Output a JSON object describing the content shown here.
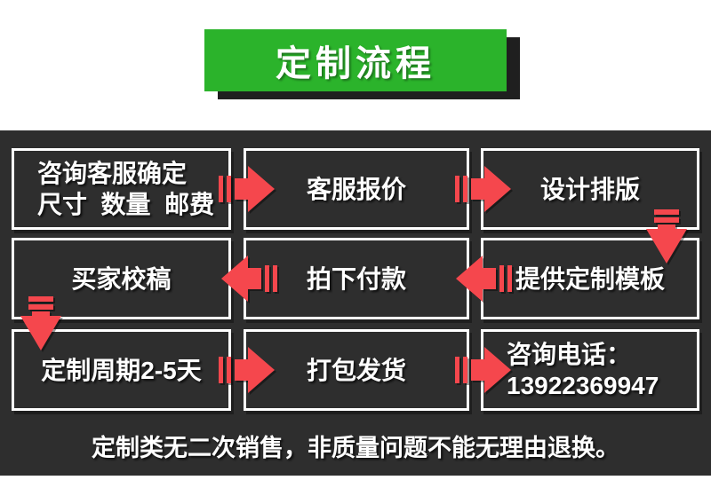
{
  "title": "定制流程",
  "steps": [
    {
      "name": "consult",
      "lines": [
        "咨询客服确定",
        "尺寸  数量  邮费"
      ]
    },
    {
      "name": "quote",
      "lines": [
        "客服报价"
      ]
    },
    {
      "name": "design",
      "lines": [
        "设计排版"
      ]
    },
    {
      "name": "proofread",
      "lines": [
        "买家校稿"
      ]
    },
    {
      "name": "payment",
      "lines": [
        "拍下付款"
      ]
    },
    {
      "name": "template",
      "lines": [
        "提供定制模板"
      ]
    },
    {
      "name": "cycle",
      "lines": [
        "定制周期2-5天"
      ]
    },
    {
      "name": "shipping",
      "lines": [
        "打包发货"
      ]
    },
    {
      "name": "phone",
      "lines": [
        "咨询电话：",
        "13922369947"
      ]
    }
  ],
  "arrows": [
    {
      "from": "consult",
      "to": "quote",
      "direction": "right"
    },
    {
      "from": "quote",
      "to": "design",
      "direction": "right"
    },
    {
      "from": "design",
      "to": "template",
      "direction": "down"
    },
    {
      "from": "template",
      "to": "payment",
      "direction": "left"
    },
    {
      "from": "payment",
      "to": "proofread",
      "direction": "left"
    },
    {
      "from": "proofread",
      "to": "cycle",
      "direction": "down"
    },
    {
      "from": "cycle",
      "to": "shipping",
      "direction": "right"
    },
    {
      "from": "shipping",
      "to": "phone",
      "direction": "right"
    }
  ],
  "footer": "定制类无二次销售，非质量问题不能无理由退换。",
  "colors": {
    "banner_green": "#2bb32b",
    "banner_shadow": "#1f1f1f",
    "arrow_red": "#f5474d",
    "panel_bg": "#2e2e2e",
    "box_border": "#ffffff",
    "text": "#ffffff",
    "page_bg": "#ffffff"
  }
}
